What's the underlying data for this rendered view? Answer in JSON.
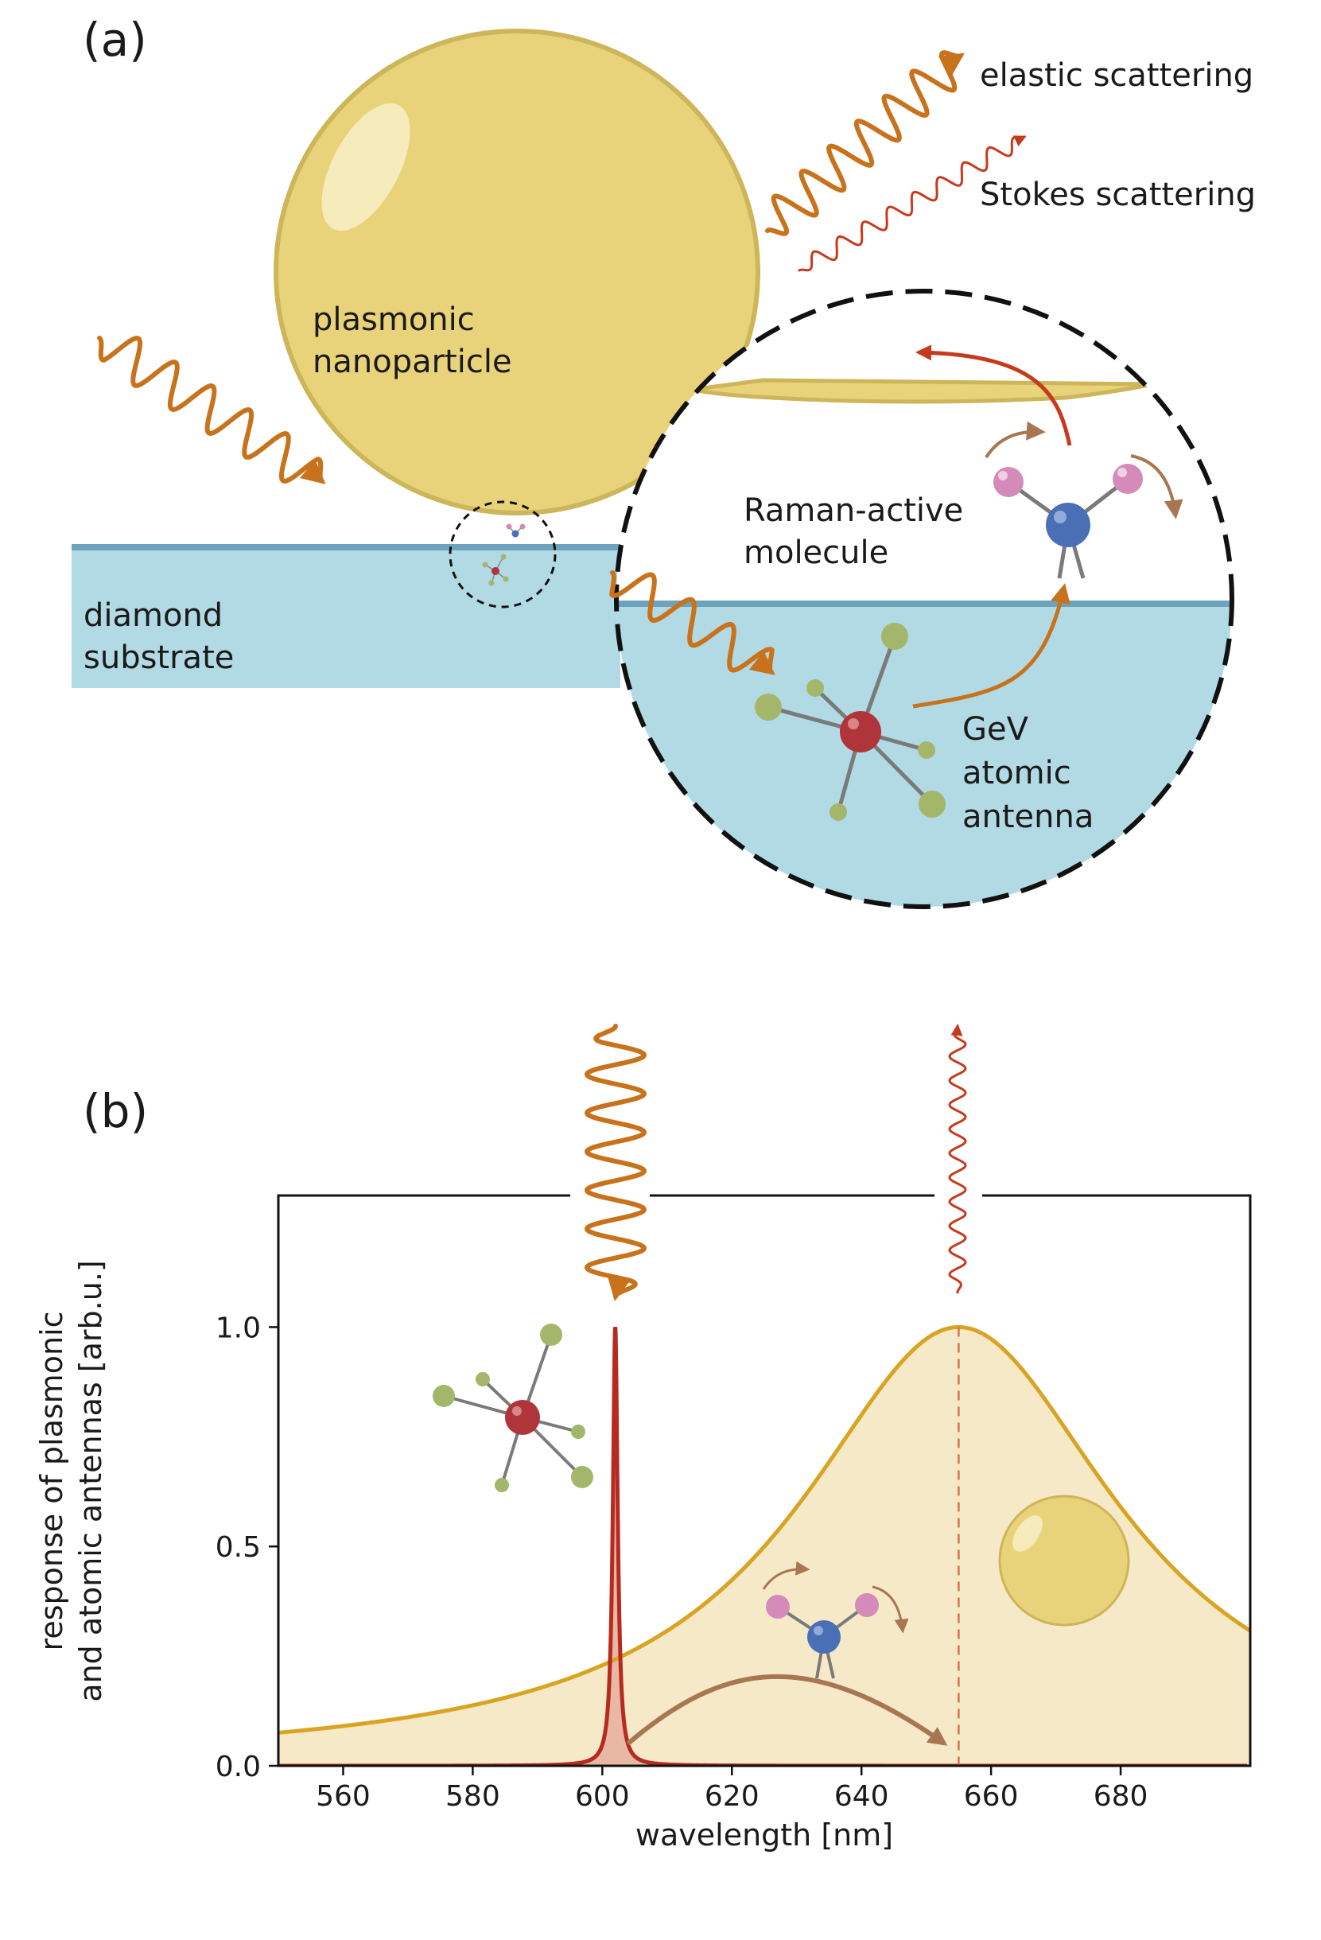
{
  "panel_a": {
    "panel_label": "(a)",
    "labels": {
      "elastic": "elastic scattering",
      "stokes": "Stokes scattering",
      "nanoparticle_1": "plasmonic",
      "nanoparticle_2": "nanoparticle",
      "substrate_1": "diamond",
      "substrate_2": "substrate",
      "molecule_1": "Raman-active",
      "molecule_2": "molecule",
      "gev_1": "GeV",
      "gev_2": "atomic",
      "gev_3": "antenna"
    }
  },
  "panel_b": {
    "panel_label": "(b)"
  },
  "colors": {
    "gold": "#e8d27a",
    "gold_edge": "#cdb55a",
    "curve_gold": "#d8a422",
    "fill_gold": "#f6e9c8",
    "substrate": "#b1dae4",
    "substrate_edge": "#6ea3bd",
    "orange_wave": "#c8731c",
    "red": "#c63a1d",
    "brown": "#a87651",
    "ge_red": "#b0353a",
    "ligand": "#a4b669",
    "h_pink": "#d48bb9",
    "n_blue": "#4a6fb5"
  },
  "chart_data": {
    "type": "line",
    "xlabel": "wavelength [nm]",
    "ylabel_line1": "response of plasmonic",
    "ylabel_line2": "and atomic antennas [arb.u.]",
    "xlim": [
      550,
      700
    ],
    "ylim": [
      0,
      1.3
    ],
    "xticks": [
      "560",
      "580",
      "600",
      "620",
      "640",
      "660",
      "680"
    ],
    "xtick_values": [
      560,
      580,
      600,
      620,
      640,
      660,
      680
    ],
    "yticks": [
      "0.0",
      "0.5",
      "1.0"
    ],
    "ytick_values": [
      0.0,
      0.5,
      1.0
    ],
    "series": [
      {
        "kind": "plasmonic",
        "center": 655,
        "hwhm": 30,
        "peak": 1.0
      },
      {
        "kind": "atomic",
        "center": 602,
        "hwhm": 0.45,
        "peak": 1.0
      }
    ],
    "excitation_wavelength": 602,
    "scattered_wavelength": 655
  }
}
